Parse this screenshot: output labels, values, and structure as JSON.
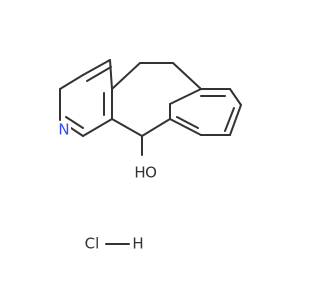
{
  "molecule": {
    "atoms": {
      "nitrogen": {
        "text": "N",
        "color": "#3050F8"
      },
      "hydroxyl_o": {
        "text": "O",
        "color": "#333333"
      },
      "hydroxyl_h": {
        "text": "H",
        "color": "#333333"
      },
      "chlorine": {
        "text": "Cl",
        "color": "#333333"
      },
      "hydrogen": {
        "text": "H",
        "color": "#333333"
      }
    }
  }
}
